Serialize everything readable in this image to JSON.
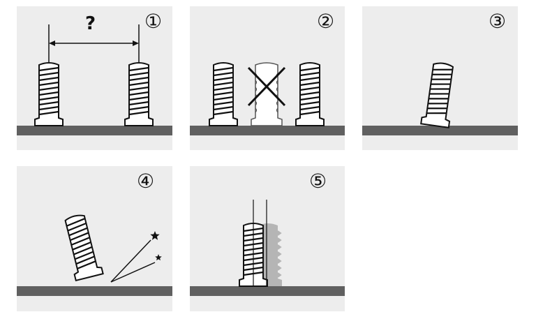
{
  "panels": [
    {
      "number": "①",
      "label": "?"
    },
    {
      "number": "②"
    },
    {
      "number": "③"
    },
    {
      "number": "④"
    },
    {
      "number": "⑤"
    }
  ],
  "colors": {
    "panel_bg": "#ededed",
    "ground": "#606060",
    "screw_fill": "#ffffff",
    "screw_outline": "#111111",
    "shadow": "#b5b5b5"
  },
  "icons": [
    "screw-icon",
    "cross-mark-icon",
    "star-icon",
    "spark-icon",
    "measure-arrow-icon"
  ]
}
